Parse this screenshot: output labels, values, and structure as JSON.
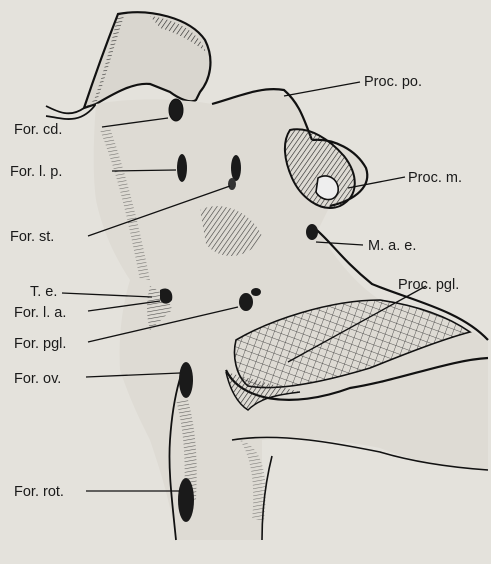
{
  "figure": {
    "labels": {
      "for_cd": "For. cd.",
      "for_lp": "For. l. p.",
      "for_st": "For. st.",
      "te": "T. e.",
      "for_la": "For. l. a.",
      "for_pgl": "For. pgl.",
      "for_ov": "For. ov.",
      "for_rot": "For. rot.",
      "proc_po": "Proc. po.",
      "proc_m": "Proc. m.",
      "mae": "M. a. e.",
      "proc_pgl": "Proc. pgl."
    }
  }
}
